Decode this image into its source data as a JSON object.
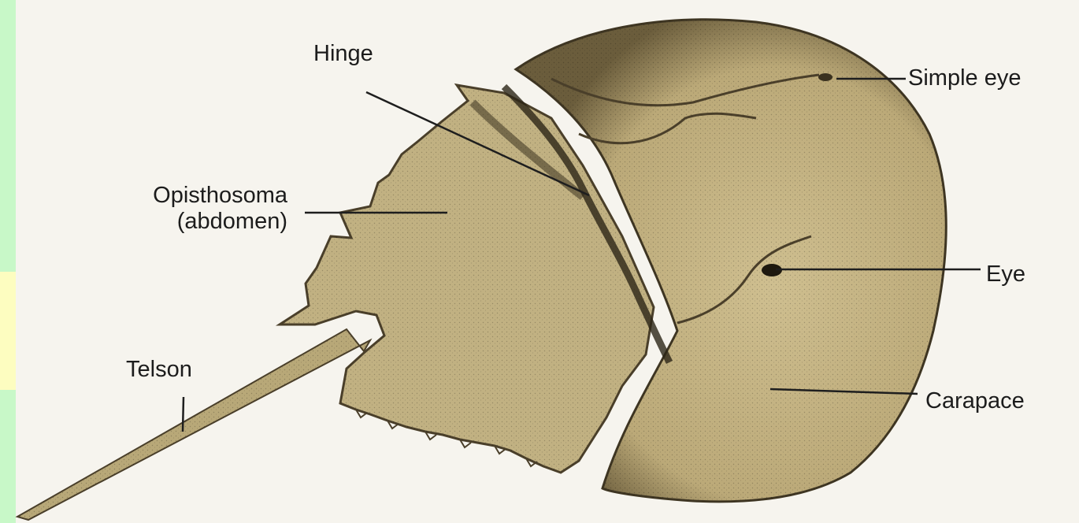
{
  "colors": {
    "body_fill": "#c3b383",
    "body_shadow": "#4a3f2a",
    "leader_line": "#1e1e1e",
    "frame_green": "#c8f8c8",
    "frame_yellow": "#fdfdc0",
    "background": "#f6f4ee"
  },
  "labels": {
    "hinge": "Hinge",
    "simple_eye": "Simple eye",
    "opisthosoma_line1": "Opisthosoma",
    "opisthosoma_line2": "(abdomen)",
    "eye": "Eye",
    "carapace": "Carapace",
    "telson": "Telson"
  }
}
